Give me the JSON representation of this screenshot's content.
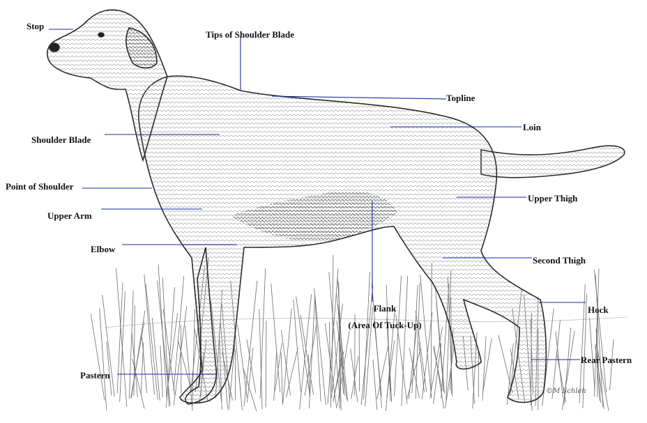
{
  "labels": {
    "stop": "Stop",
    "tips_of_shoulder_blade": "Tips of Shoulder Blade",
    "topline": "Topline",
    "loin": "Loin",
    "shoulder_blade": "Shoulder Blade",
    "point_of_shoulder": "Point of Shoulder",
    "upper_arm": "Upper Arm",
    "upper_thigh": "Upper Thigh",
    "elbow": "Elbow",
    "second_thigh": "Second Thigh",
    "flank": "Flank",
    "flank_sub": "(Area Of Tuck-Up)",
    "hock": "Hock",
    "rear_pastern": "Rear Pastern",
    "pastern": "Pastern"
  },
  "artist_signature": "©M Schleh",
  "colors": {
    "leader_line": "#1a2aa0",
    "ink": "#2a2a2a",
    "body_shade": "#d9d9d9",
    "grass": "#6b6b6b"
  }
}
